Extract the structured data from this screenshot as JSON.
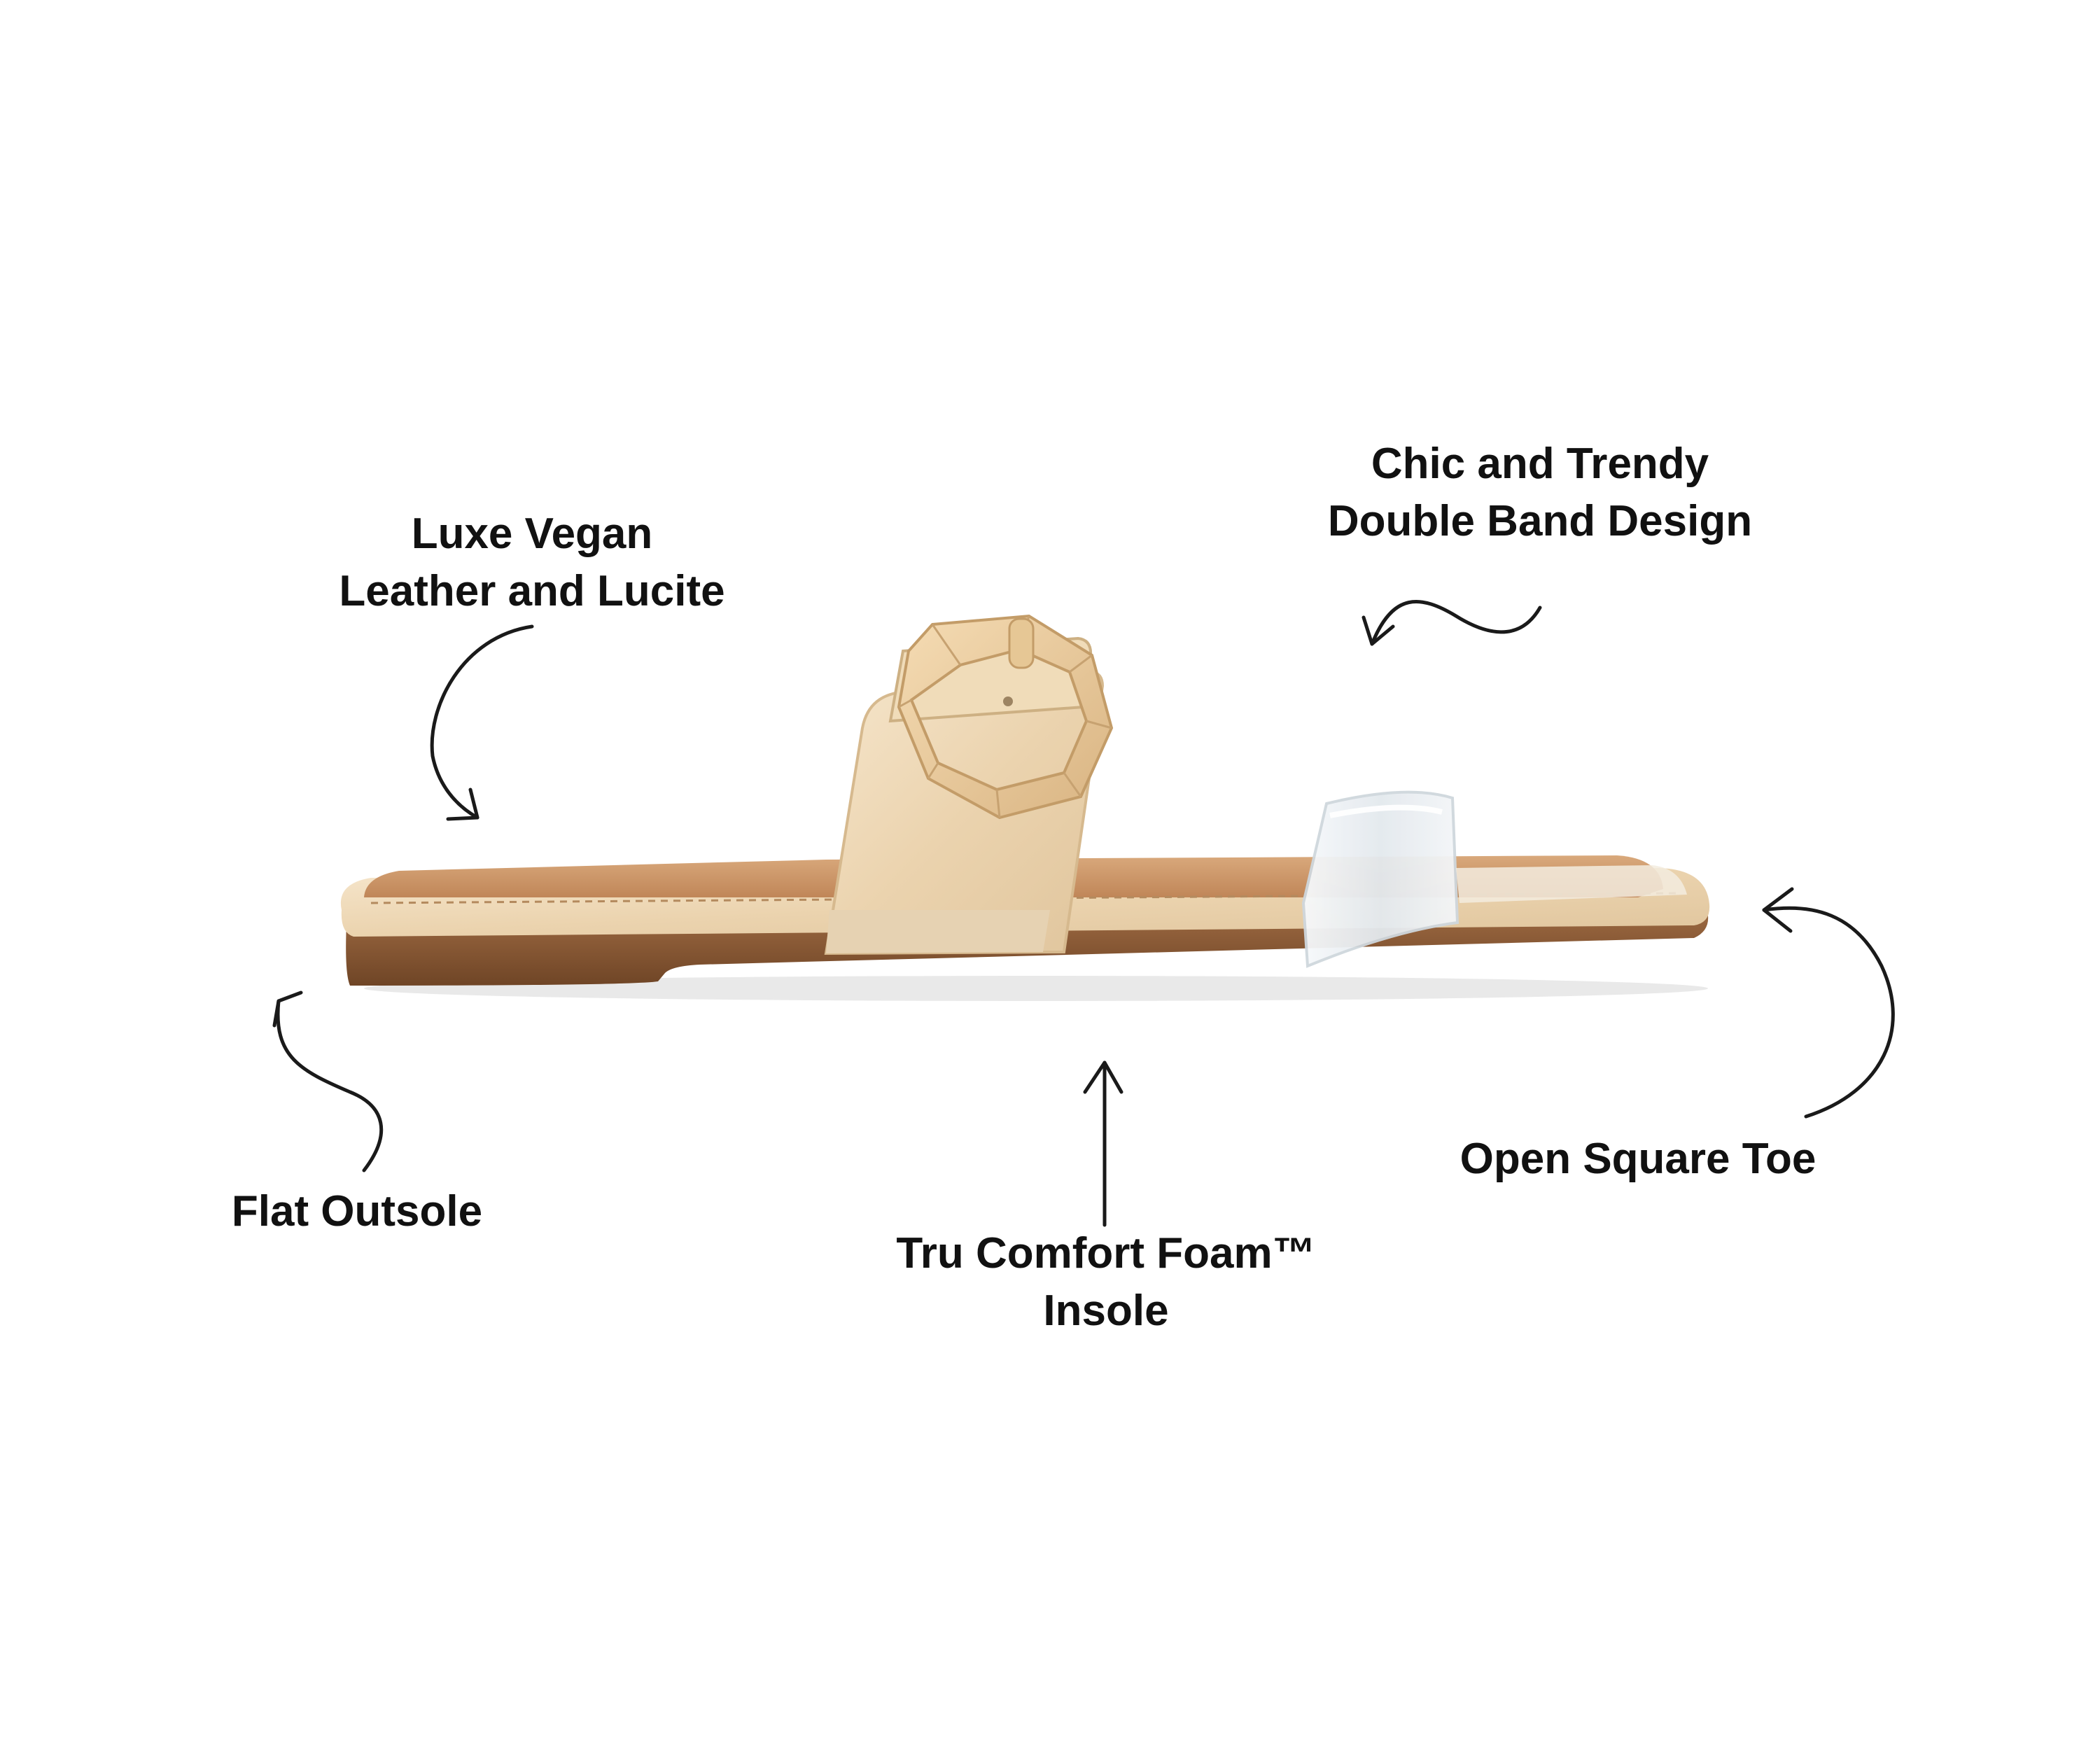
{
  "colors": {
    "background": "#ffffff",
    "text": "#111111",
    "arrow": "#1a1a1a",
    "patent_nude": "#efd9b8",
    "insole_tan": "#cf9a6c",
    "outsole_brown": "#8a5a34",
    "clear_band": "#eef2f5"
  },
  "callouts": {
    "luxe": {
      "line1": "Luxe Vegan",
      "line2": "Leather and Lucite"
    },
    "chic": {
      "line1": "Chic and Trendy",
      "line2": "Double Band Design"
    },
    "flat": {
      "line1": "Flat Outsole"
    },
    "foam": {
      "line1": "Tru Comfort Foam™",
      "line2": "Insole"
    },
    "toe": {
      "line1": "Open Square Toe"
    }
  }
}
